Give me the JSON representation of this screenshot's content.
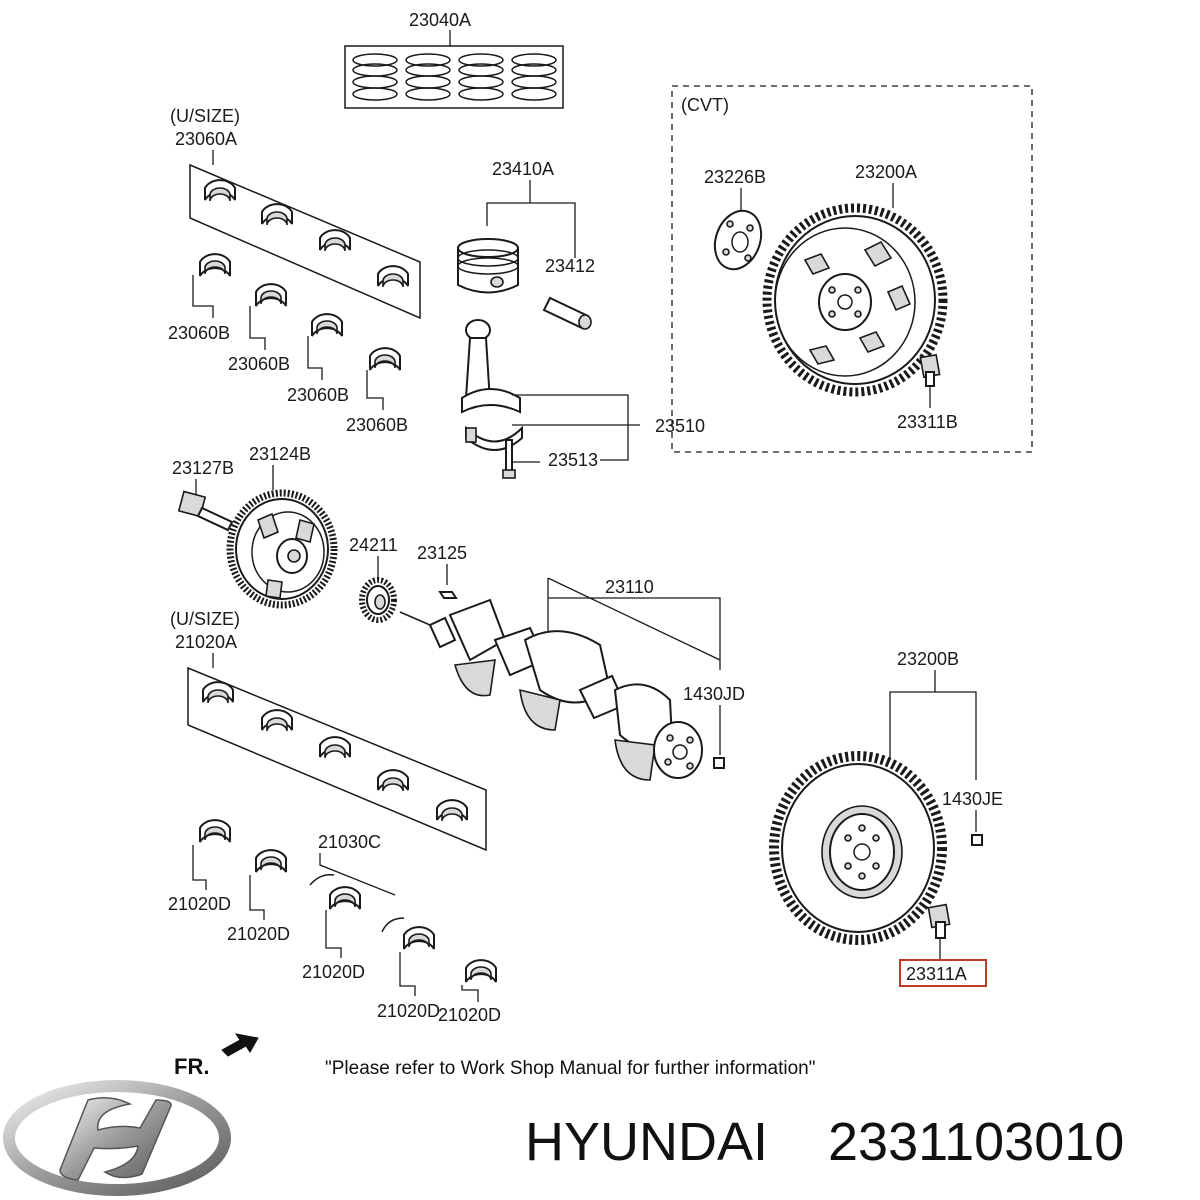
{
  "labels": {
    "piston_rings": "23040A",
    "us_size_top": "(U/SIZE)",
    "main_bearing_upper_set": "23060A",
    "main_bearing_b1": "23060B",
    "main_bearing_b2": "23060B",
    "main_bearing_b3": "23060B",
    "main_bearing_b4": "23060B",
    "piston_assy": "23410A",
    "piston_pin": "23412",
    "conrod_assy": "23510",
    "conrod_bolt": "23513",
    "cvt": "(CVT)",
    "drive_plate_spacer": "23226B",
    "drive_plate": "23200A",
    "drive_plate_bolt": "23311B",
    "pulley_bolt": "23127B",
    "damper_pulley": "23124B",
    "sprocket": "24211",
    "key": "23125",
    "crankshaft": "23110",
    "pin_1430jd": "1430JD",
    "us_size_bottom": "(U/SIZE)",
    "rod_bearing_set": "21020A",
    "thrust_washer": "21030C",
    "rod_bearing_d1": "21020D",
    "rod_bearing_d2": "21020D",
    "rod_bearing_d3": "21020D",
    "rod_bearing_d4": "21020D",
    "rod_bearing_d5": "21020D",
    "flywheel": "23200B",
    "pin_1430je": "1430JE",
    "flywheel_bolt": "23311A"
  },
  "footer": {
    "front_marker": "FR.",
    "note": "\"Please refer to Work Shop Manual for further information\""
  },
  "brand": {
    "name": "HYUNDAI",
    "part_number": "2331103010"
  },
  "colors": {
    "highlight": "#c0392b",
    "ink": "#1a1a1a"
  }
}
